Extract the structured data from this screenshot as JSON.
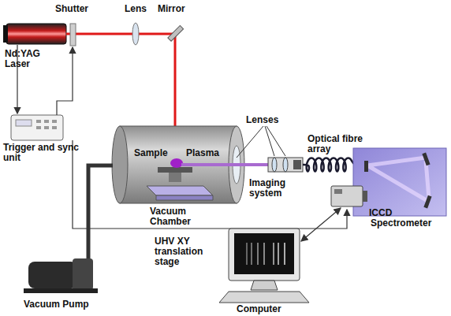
{
  "diagram": {
    "labels": [
      "Shutter",
      "Lens",
      "Mirror",
      "Nd:YAG Laser",
      "Trigger and sync unit",
      "Sample",
      "Plasma",
      "Lenses",
      "Optical fibre array",
      "Imaging system",
      "Vacuum Chamber",
      "ICCD",
      "Spectrometer",
      "UHV XY translation stage",
      "Vacuum Pump",
      "Computer"
    ]
  }
}
